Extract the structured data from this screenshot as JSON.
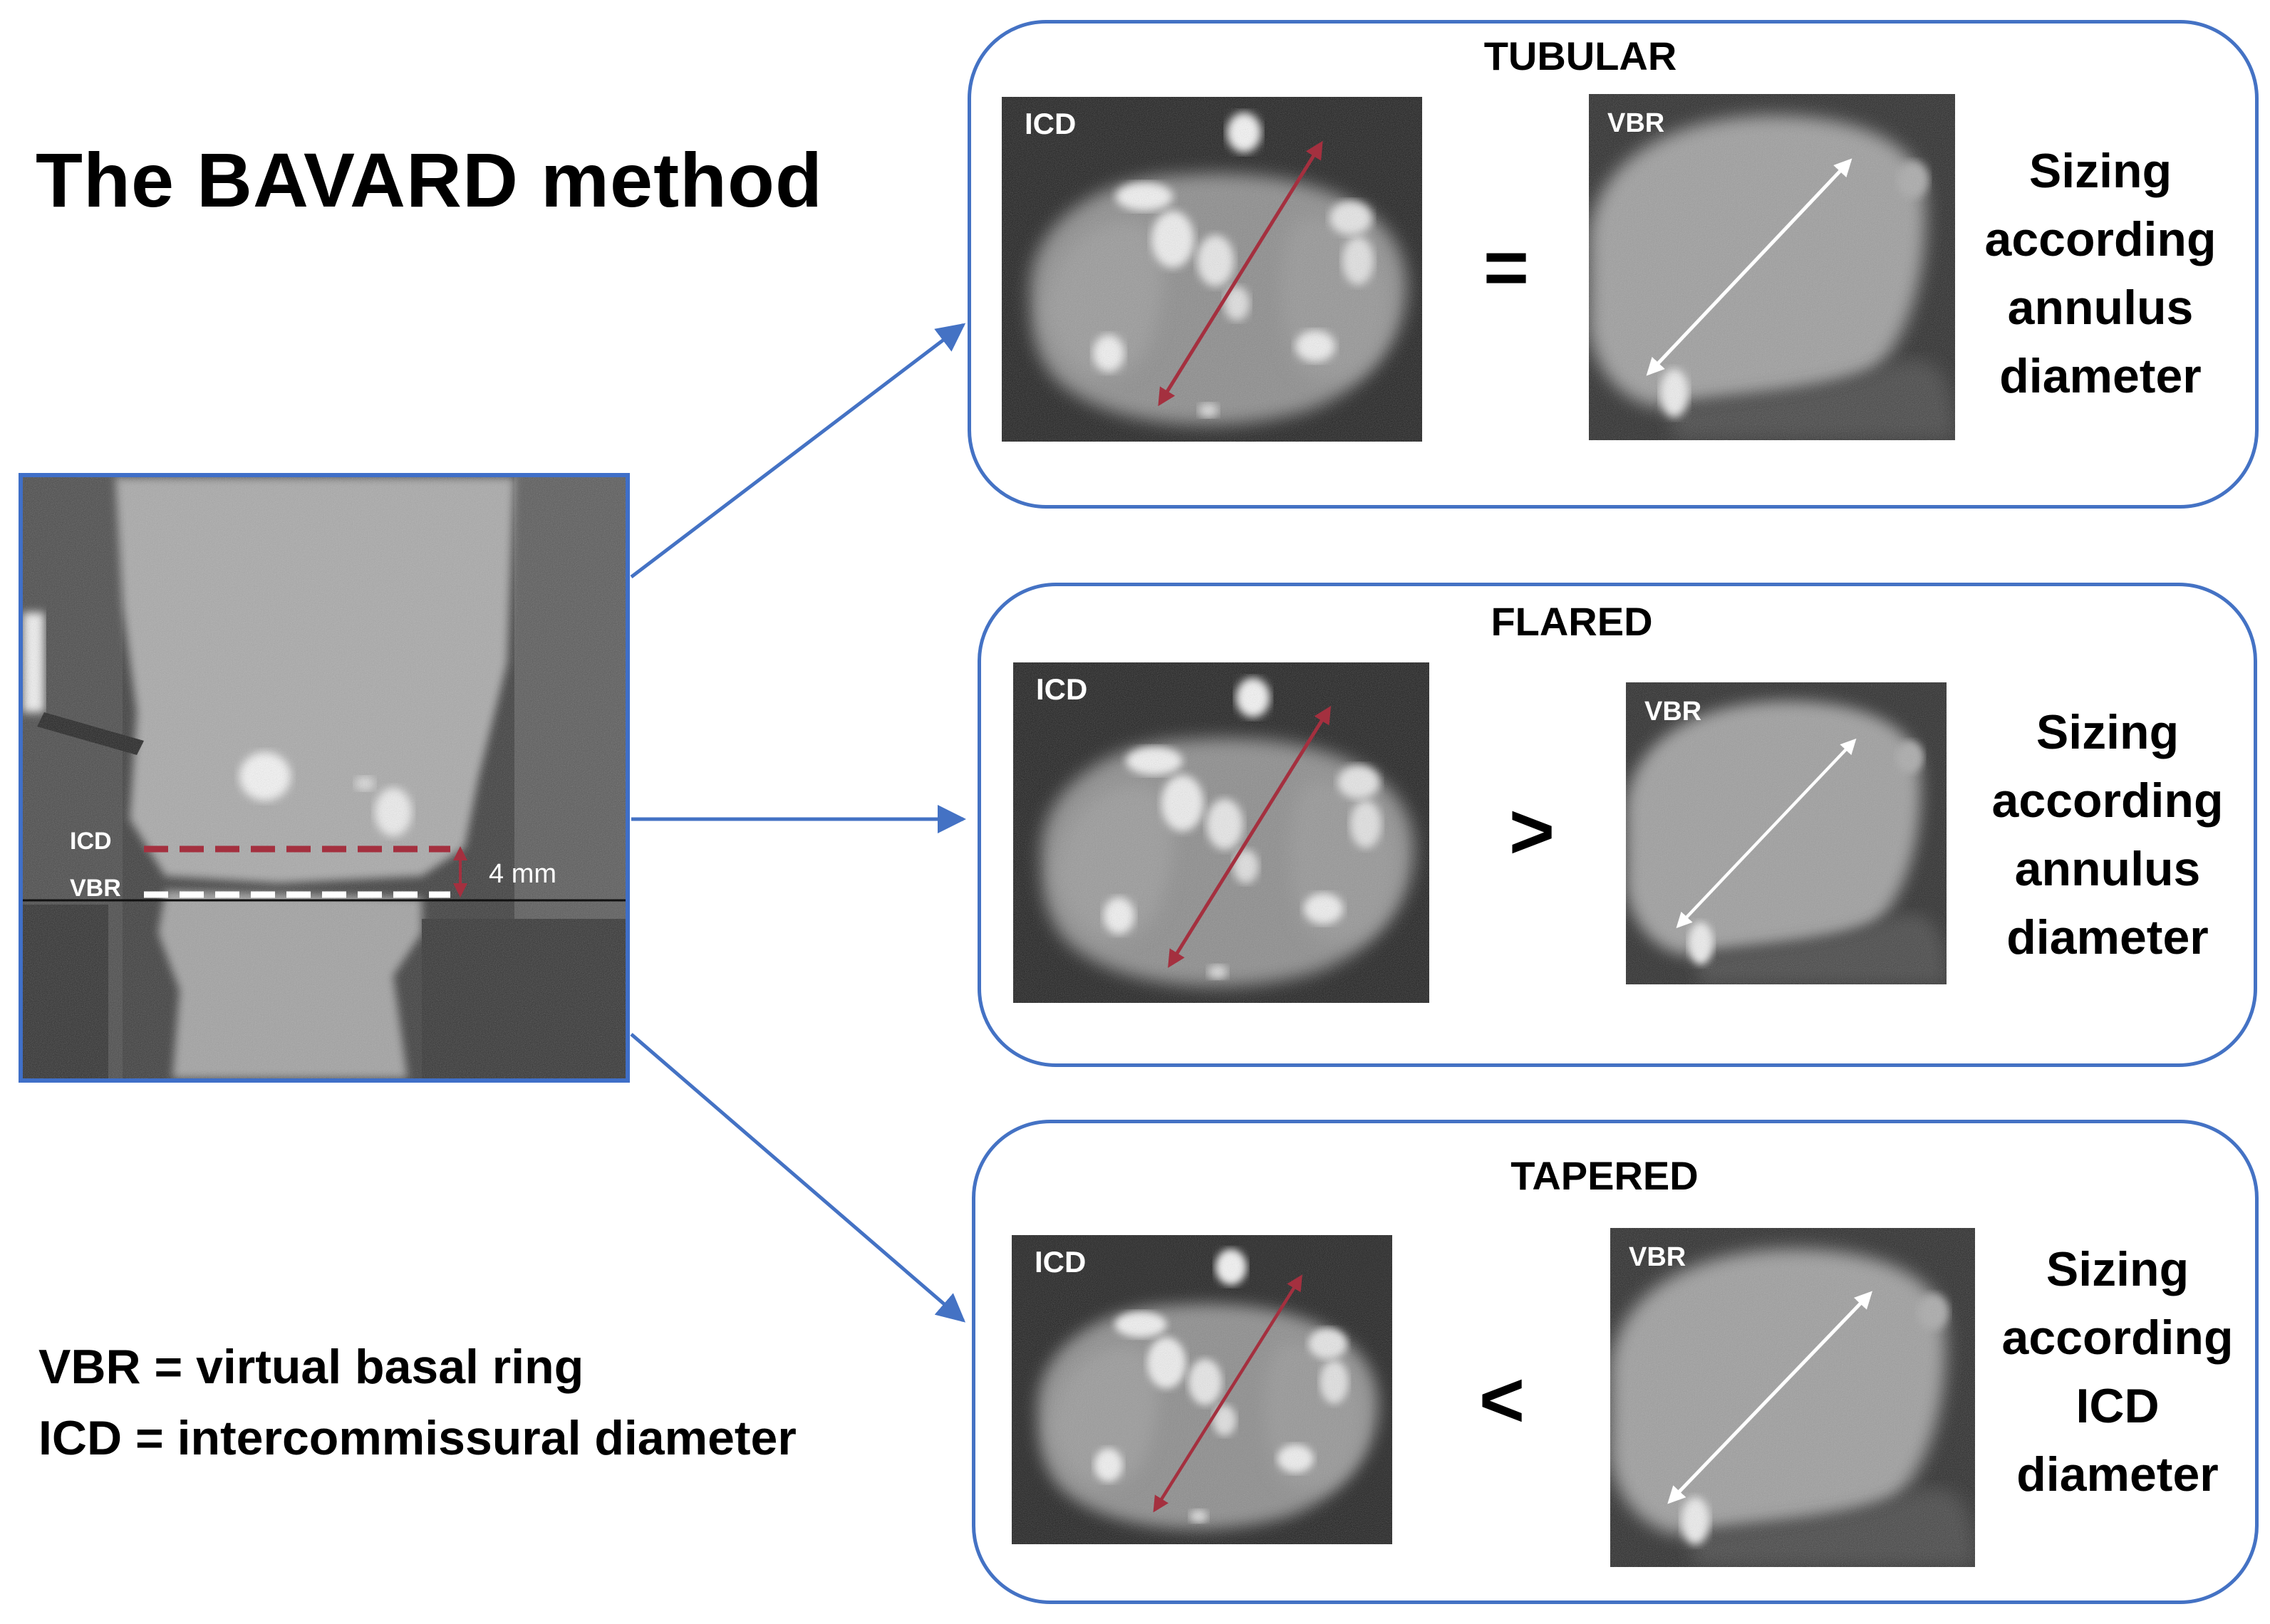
{
  "title": "The BAVARD method",
  "legend": [
    "VBR = virtual basal ring",
    "ICD = intercommissural diameter"
  ],
  "sagittal": {
    "icd_label": "ICD",
    "vbr_label": "VBR",
    "distance_label": "4 mm",
    "icd_line_color": "#a4303f",
    "vbr_line_color": "#ffffff"
  },
  "accent_color": "#4472c4",
  "panels": [
    {
      "title": "TUBULAR",
      "icd_label": "ICD",
      "vbr_label": "VBR",
      "operator": "=",
      "sizing_lines": [
        "Sizing",
        "according",
        "annulus",
        "diameter"
      ]
    },
    {
      "title": "FLARED",
      "icd_label": "ICD",
      "vbr_label": "VBR",
      "operator": ">",
      "sizing_lines": [
        "Sizing",
        "according",
        "annulus",
        "diameter"
      ]
    },
    {
      "title": "TAPERED",
      "icd_label": "ICD",
      "vbr_label": "VBR",
      "operator": "<",
      "sizing_lines": [
        "Sizing",
        "according",
        "ICD",
        "diameter"
      ]
    }
  ]
}
